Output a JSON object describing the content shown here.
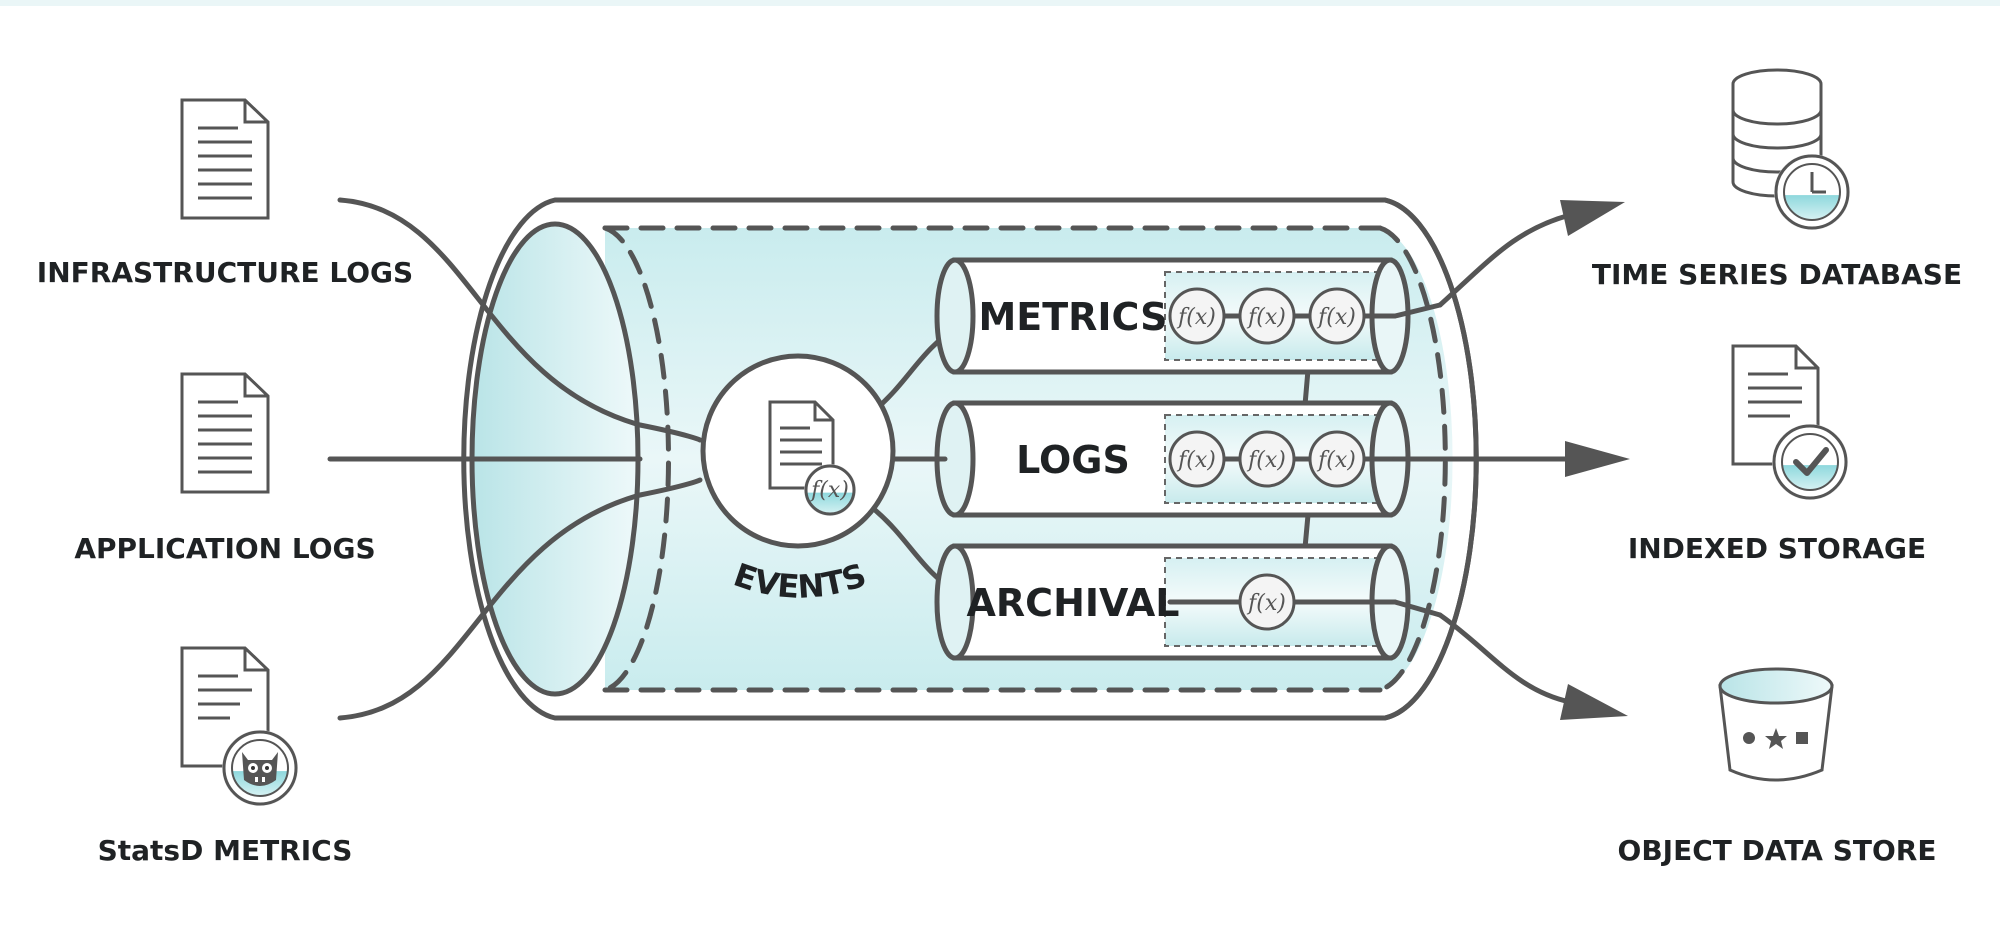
{
  "sources": [
    {
      "label": "INFRASTRUCTURE LOGS",
      "icon": "document-icon"
    },
    {
      "label": "APPLICATION LOGS",
      "icon": "document-icon"
    },
    {
      "label": "StatsD METRICS",
      "icon": "document-statsd-icon"
    }
  ],
  "pipeline": {
    "hub_label": "EVENTS",
    "hub_icon": "document-function-icon",
    "channels": [
      {
        "label": "METRICS",
        "functions": [
          "f(x)",
          "f(x)",
          "f(x)"
        ]
      },
      {
        "label": "LOGS",
        "functions": [
          "f(x)",
          "f(x)",
          "f(x)"
        ]
      },
      {
        "label": "ARCHIVAL",
        "functions": [
          "f(x)"
        ]
      }
    ]
  },
  "destinations": [
    {
      "label": "TIME SERIES DATABASE",
      "icon": "database-clock-icon"
    },
    {
      "label": "INDEXED STORAGE",
      "icon": "document-check-icon"
    },
    {
      "label": "OBJECT DATA STORE",
      "icon": "bucket-icon"
    }
  ],
  "colors": {
    "accent": "#bfe6e9",
    "stroke": "#555555",
    "text": "#1f2224"
  }
}
